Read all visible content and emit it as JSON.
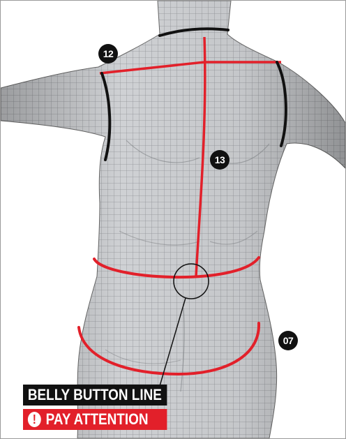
{
  "markers": {
    "m12": "12",
    "m13": "13",
    "m07": "07"
  },
  "callout": {
    "title": "BELLY BUTTON LINE",
    "warning": "PAY ATTENTION",
    "warning_icon": "exclamation-icon"
  },
  "colors": {
    "measure_red": "#e2202a",
    "measure_black": "#111111",
    "body_gray": "#c9cbcf"
  }
}
